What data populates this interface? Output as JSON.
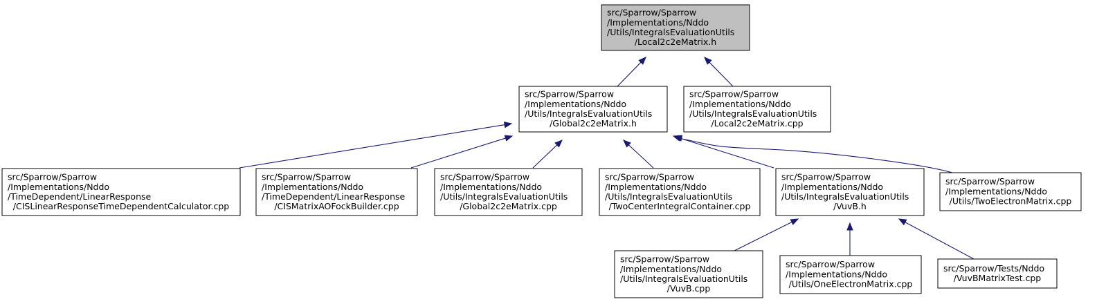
{
  "graph": {
    "nodes": [
      {
        "id": "local2c2e_h",
        "root": true,
        "lines": [
          "src/Sparrow/Sparrow",
          "/Implementations/Nddo",
          "/Utils/IntegralsEvaluationUtils",
          "/Local2c2eMatrix.h"
        ]
      },
      {
        "id": "global2c2e_h",
        "lines": [
          "src/Sparrow/Sparrow",
          "/Implementations/Nddo",
          "/Utils/IntegralsEvaluationUtils",
          "/Global2c2eMatrix.h"
        ]
      },
      {
        "id": "local2c2e_cpp",
        "lines": [
          "src/Sparrow/Sparrow",
          "/Implementations/Nddo",
          "/Utils/IntegralsEvaluationUtils",
          "/Local2c2eMatrix.cpp"
        ]
      },
      {
        "id": "cis_linear_response",
        "lines": [
          "src/Sparrow/Sparrow",
          "/Implementations/Nddo",
          "/TimeDependent/LinearResponse",
          "/CISLinearResponseTimeDependentCalculator.cpp"
        ]
      },
      {
        "id": "cis_matrix_ao",
        "lines": [
          "src/Sparrow/Sparrow",
          "/Implementations/Nddo",
          "/TimeDependent/LinearResponse",
          "/CISMatrixAOFockBuilder.cpp"
        ]
      },
      {
        "id": "global2c2e_cpp",
        "lines": [
          "src/Sparrow/Sparrow",
          "/Implementations/Nddo",
          "/Utils/IntegralsEvaluationUtils",
          "/Global2c2eMatrix.cpp"
        ]
      },
      {
        "id": "two_center",
        "lines": [
          "src/Sparrow/Sparrow",
          "/Implementations/Nddo",
          "/Utils/IntegralsEvaluationUtils",
          "/TwoCenterIntegralContainer.cpp"
        ]
      },
      {
        "id": "vuvb_h",
        "lines": [
          "src/Sparrow/Sparrow",
          "/Implementations/Nddo",
          "/Utils/IntegralsEvaluationUtils",
          "/VuvB.h"
        ]
      },
      {
        "id": "two_electron",
        "lines": [
          "src/Sparrow/Sparrow",
          "/Implementations/Nddo",
          "/Utils/TwoElectronMatrix.cpp"
        ]
      },
      {
        "id": "vuvb_cpp",
        "lines": [
          "src/Sparrow/Sparrow",
          "/Implementations/Nddo",
          "/Utils/IntegralsEvaluationUtils",
          "/VuvB.cpp"
        ]
      },
      {
        "id": "one_electron",
        "lines": [
          "src/Sparrow/Sparrow",
          "/Implementations/Nddo",
          "/Utils/OneElectronMatrix.cpp"
        ]
      },
      {
        "id": "vuvb_test",
        "lines": [
          "src/Sparrow/Tests/Nddo",
          "/VuvBMatrixTest.cpp"
        ]
      }
    ],
    "edges": [
      {
        "from": "global2c2e_h",
        "to": "local2c2e_h"
      },
      {
        "from": "local2c2e_cpp",
        "to": "local2c2e_h"
      },
      {
        "from": "cis_linear_response",
        "to": "global2c2e_h"
      },
      {
        "from": "cis_matrix_ao",
        "to": "global2c2e_h"
      },
      {
        "from": "global2c2e_cpp",
        "to": "global2c2e_h"
      },
      {
        "from": "two_center",
        "to": "global2c2e_h"
      },
      {
        "from": "vuvb_h",
        "to": "global2c2e_h"
      },
      {
        "from": "two_electron",
        "to": "global2c2e_h"
      },
      {
        "from": "vuvb_cpp",
        "to": "vuvb_h"
      },
      {
        "from": "one_electron",
        "to": "vuvb_h"
      },
      {
        "from": "vuvb_test",
        "to": "vuvb_h"
      }
    ]
  },
  "colors": {
    "edge": "#191970",
    "root_fill": "#bfbfbf",
    "node_fill": "#ffffff",
    "border": "#000000"
  }
}
